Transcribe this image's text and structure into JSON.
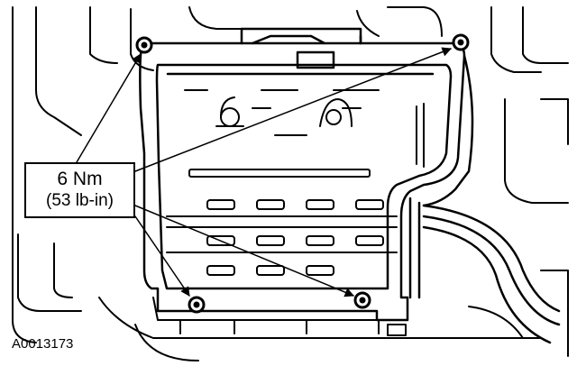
{
  "callout": {
    "torque_line1": "6 Nm",
    "torque_line2": "(53 lb-in)"
  },
  "figure_id": "A0013173",
  "icons": [
    "bolt-icon",
    "arrow-icon"
  ]
}
